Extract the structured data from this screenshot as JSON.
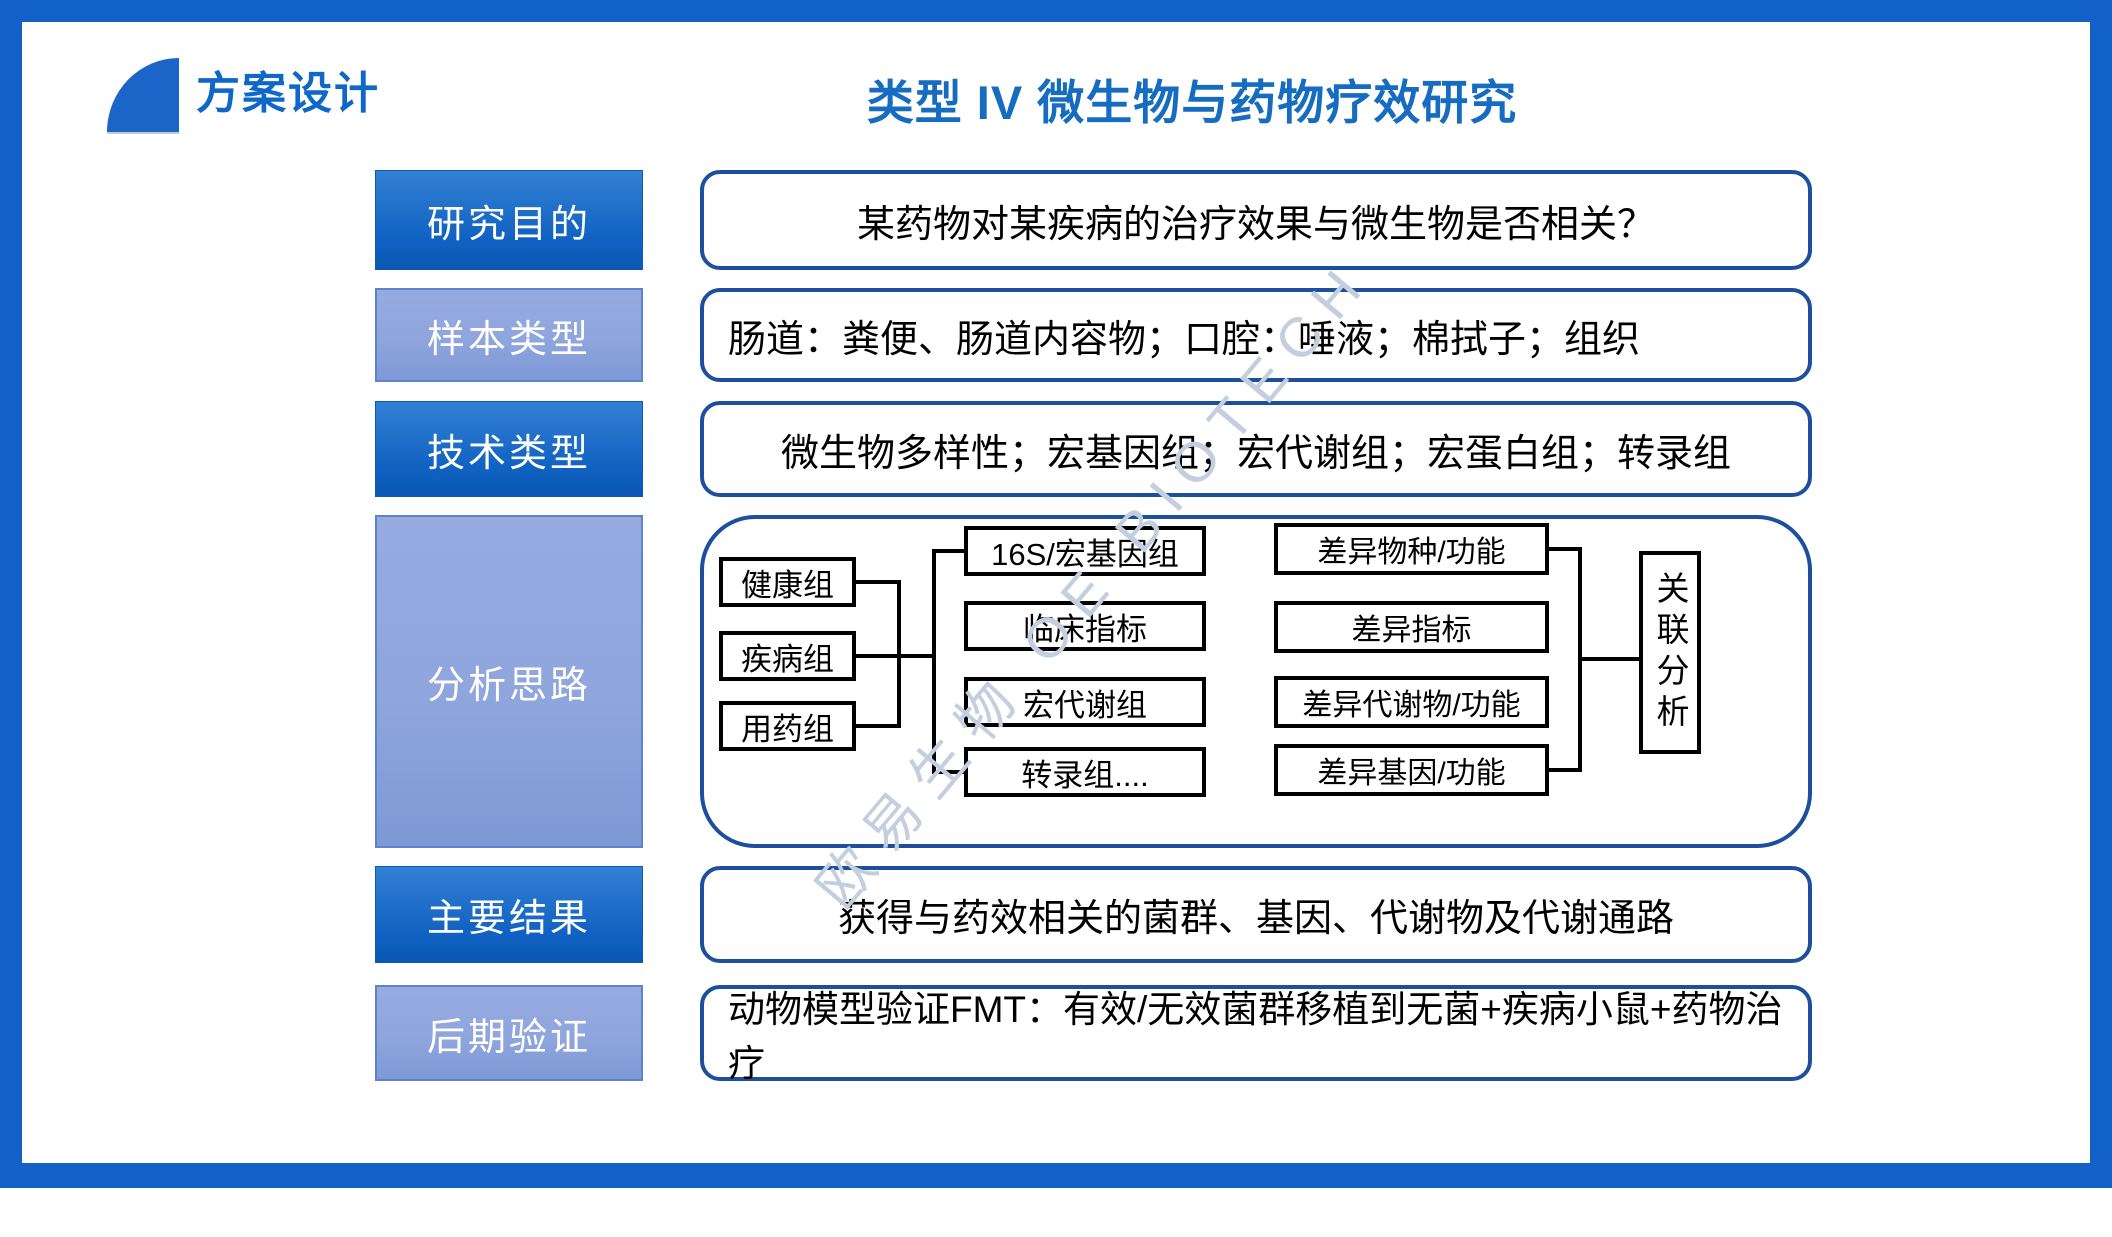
{
  "slide": {
    "section_label": "方案设计",
    "title": "类型 IV 微生物与药物疗效研究",
    "watermark": "欧易生物 OE BIOTECH"
  },
  "rows": [
    {
      "label": "研究目的",
      "content": "某药物对某疾病的治疗效果与微生物是否相关？"
    },
    {
      "label": "样本类型",
      "content": "肠道：粪便、肠道内容物；口腔：唾液；棉拭子；组织"
    },
    {
      "label": "技术类型",
      "content": "微生物多样性；宏基因组；宏代谢组；宏蛋白组；转录组"
    },
    {
      "label": "分析思路",
      "content": ""
    },
    {
      "label": "主要结果",
      "content": "获得与药效相关的菌群、基因、代谢物及代谢通路"
    },
    {
      "label": "后期验证",
      "content": "动物模型验证FMT：有效/无效菌群移植到无菌+疾病小鼠+药物治疗"
    }
  ],
  "flowchart": {
    "groups": [
      "健康组",
      "疾病组",
      "用药组"
    ],
    "data_types": [
      "16S/宏基因组",
      "临床指标",
      "宏代谢组",
      "转录组...."
    ],
    "diff_results": [
      "差异物种/功能",
      "差异指标",
      "差异代谢物/功能",
      "差异基因/功能"
    ],
    "final_step": "关联分析"
  },
  "colors": {
    "frame_blue": "#1161c6",
    "title_blue": "#166cc1",
    "box_border_navy": "#1c4f9c",
    "label_dark_gradient_top": "#3381d4",
    "label_dark_gradient_bottom": "#0a57b3",
    "label_light_gradient_top": "#96abe0",
    "label_light_gradient_bottom": "#7e99d6",
    "flow_line": "#000000",
    "watermark_color": "#c3cfdf"
  }
}
